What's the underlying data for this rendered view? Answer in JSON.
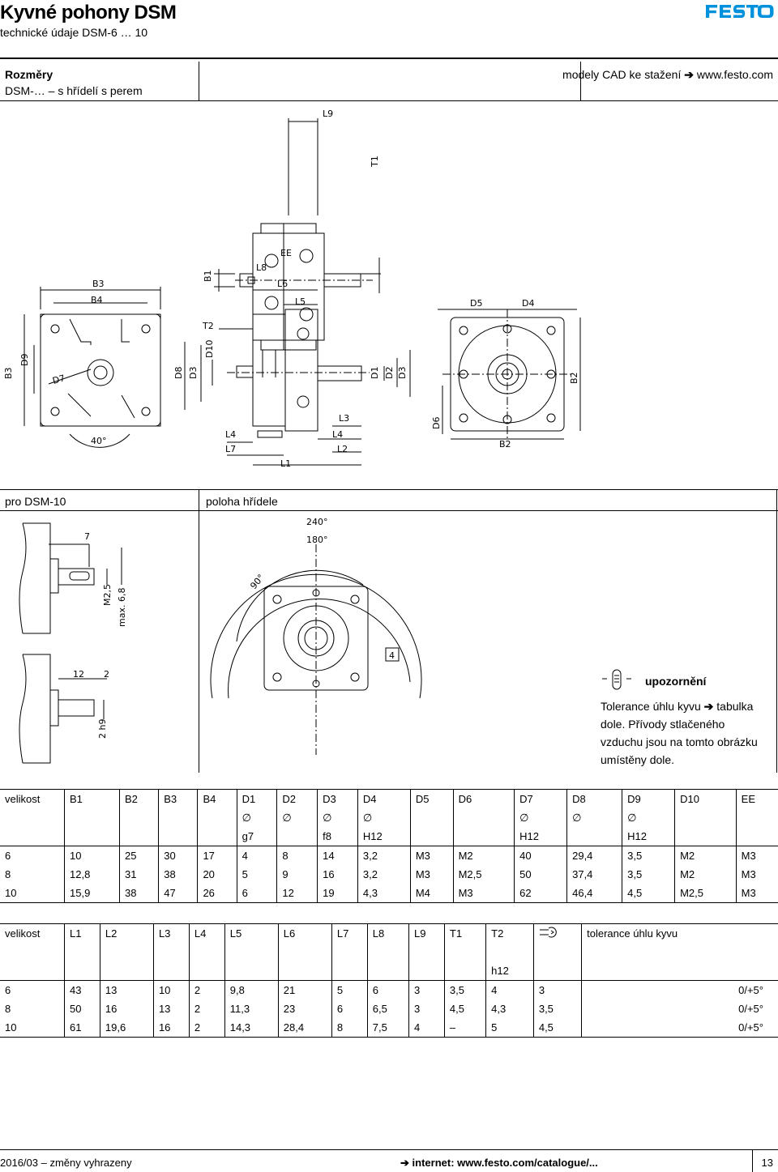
{
  "header": {
    "title": "Kyvné pohony DSM",
    "subtitle": "technické údaje DSM-6 … 10",
    "logo_text": "FESTO",
    "brand_color": "#0091dc"
  },
  "section_dims": {
    "title": "Rozměry",
    "subtitle": "DSM-… – s hřídelí s perem",
    "cad_text": "modely CAD ke stažení",
    "cad_link": "www.festo.com"
  },
  "drawing_labels": {
    "top_view": [
      "L9",
      "B1",
      "T1",
      "L8",
      "EE"
    ],
    "mid_left": [
      "B3",
      "B4",
      "B3",
      "D9",
      "D7",
      "40°"
    ],
    "mid_side": [
      "L6",
      "L5",
      "T2",
      "D10",
      "D8",
      "D3",
      "D1",
      "D2",
      "D3",
      "L4",
      "L7",
      "L1",
      "L3",
      "L4",
      "L2"
    ],
    "mid_right": [
      "D5",
      "D4",
      "B2",
      "D6",
      "B2"
    ],
    "shaft_upper": [
      "7",
      "M2,5",
      "max. 6,8"
    ],
    "shaft_lower": [
      "12",
      "2",
      "2 h9"
    ],
    "rotation": [
      "240°",
      "180°",
      "90°",
      "4"
    ]
  },
  "section_dsm10": {
    "left_label": "pro DSM-10",
    "right_label": "poloha hřídele"
  },
  "note": {
    "title": "upozornění",
    "text_before_arrow": "Tolerance úhlu kyvu",
    "text_after_arrow": "tabulka dole. Přívody stlačeného vzduchu jsou na tomto obrázku umístěny dole."
  },
  "table1": {
    "headers": [
      "velikost",
      "B1",
      "B2",
      "B3",
      "B4",
      "D1",
      "D2",
      "D3",
      "D4",
      "D5",
      "D6",
      "D7",
      "D8",
      "D9",
      "D10",
      "EE"
    ],
    "diameter_symbols": [
      "",
      "",
      "",
      "",
      "",
      "∅",
      "∅",
      "∅",
      "∅",
      "",
      "",
      "∅",
      "∅",
      "∅",
      "",
      ""
    ],
    "tolerances": [
      "",
      "",
      "",
      "",
      "",
      "g7",
      "",
      "f8",
      "H12",
      "",
      "",
      "H12",
      "",
      "H12",
      "",
      ""
    ],
    "rows": [
      [
        "6",
        "10",
        "25",
        "30",
        "17",
        "4",
        "8",
        "14",
        "3,2",
        "M3",
        "M2",
        "40",
        "29,4",
        "3,5",
        "M2",
        "M3"
      ],
      [
        "8",
        "12,8",
        "31",
        "38",
        "20",
        "5",
        "9",
        "16",
        "3,2",
        "M3",
        "M2,5",
        "50",
        "37,4",
        "3,5",
        "M2",
        "M3"
      ],
      [
        "10",
        "15,9",
        "38",
        "47",
        "26",
        "6",
        "12",
        "19",
        "4,3",
        "M4",
        "M3",
        "62",
        "46,4",
        "4,5",
        "M2,5",
        "M3"
      ]
    ]
  },
  "table2": {
    "headers": [
      "velikost",
      "L1",
      "L2",
      "L3",
      "L4",
      "L5",
      "L6",
      "L7",
      "L8",
      "L9",
      "T1",
      "T2",
      "",
      "tolerance úhlu kyvu"
    ],
    "tolerances": [
      "",
      "",
      "",
      "",
      "",
      "",
      "",
      "",
      "",
      "",
      "",
      "h12",
      "",
      ""
    ],
    "rows": [
      [
        "6",
        "43",
        "13",
        "10",
        "2",
        "9,8",
        "21",
        "5",
        "6",
        "3",
        "3,5",
        "4",
        "3",
        "0/+5°"
      ],
      [
        "8",
        "50",
        "16",
        "13",
        "2",
        "11,3",
        "23",
        "6",
        "6,5",
        "3",
        "4,5",
        "4,3",
        "3,5",
        "0/+5°"
      ],
      [
        "10",
        "61",
        "19,6",
        "16",
        "2",
        "14,3",
        "28,4",
        "8",
        "7,5",
        "4",
        "–",
        "5",
        "4,5",
        "0/+5°"
      ]
    ]
  },
  "footer": {
    "left": "2016/03 – změny vyhrazeny",
    "internet": "internet: www.festo.com/catalogue/...",
    "page": "13"
  }
}
